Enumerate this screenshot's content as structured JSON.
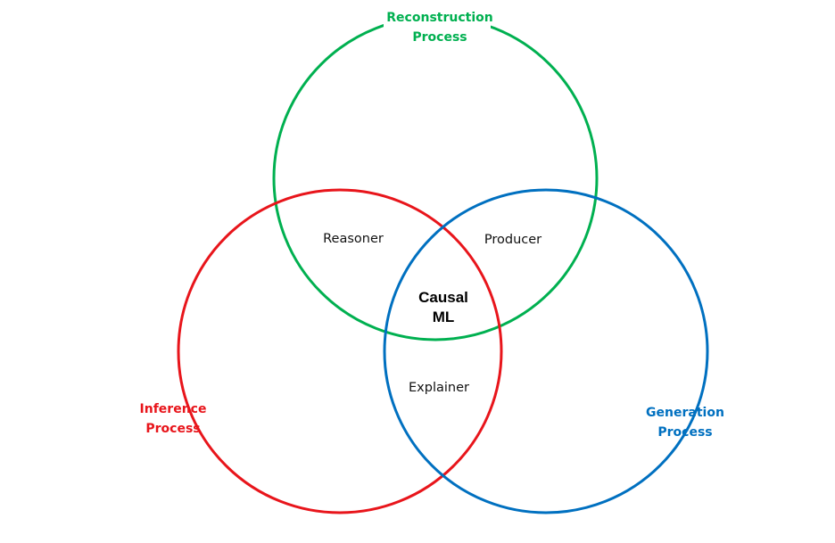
{
  "colors": {
    "reconstruction": "#00b050",
    "inference": "#e8151b",
    "generation": "#0070c0",
    "background": "#ffffff"
  },
  "sets": {
    "reconstruction": {
      "line1": "Reconstruction",
      "line2": "Process"
    },
    "inference": {
      "line1": "Inference",
      "line2": "Process"
    },
    "generation": {
      "line1": "Generation",
      "line2": "Process"
    }
  },
  "regions": {
    "reconstruction_inference": "Reasoner",
    "reconstruction_generation": "Producer",
    "inference_generation": "Explainer",
    "center": {
      "line1": "Causal",
      "line2": "ML"
    }
  }
}
